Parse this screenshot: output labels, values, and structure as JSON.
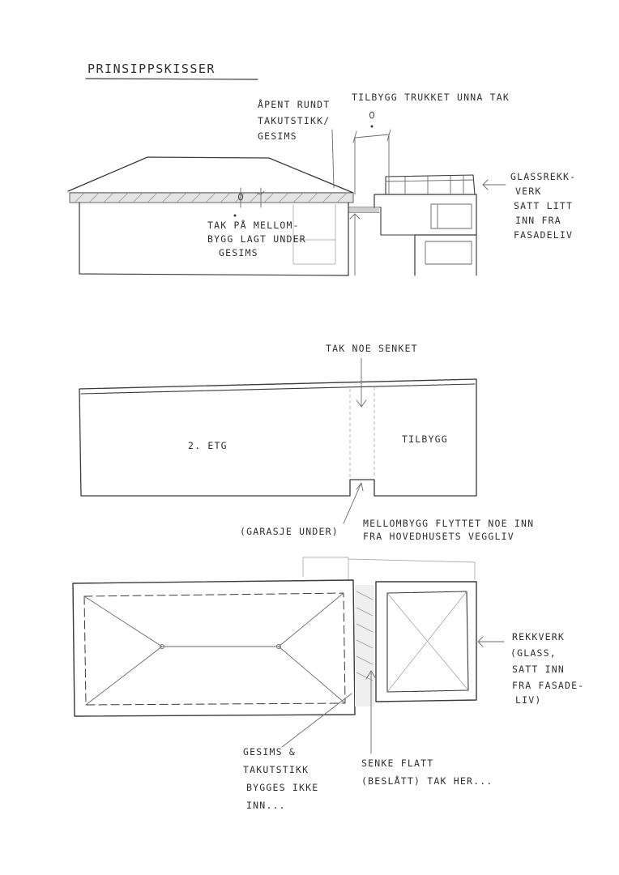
{
  "title": "PRINSIPPSKISSER",
  "sketch1": {
    "label_open_soffit": [
      "ÅPENT RUNDT",
      "TAKUTSTIKK/",
      "GESIMS"
    ],
    "label_extension_setback": "TILBYGG TRUKKET UNNA TAK",
    "label_glass_railing": [
      "GLASSREKK-",
      "VERK",
      "SATT LITT",
      "INN FRA",
      "FASADELIV"
    ],
    "label_link_roof": [
      "TAK PÅ MELLOM-",
      "BYGG LAGT UNDER",
      "GESIMS"
    ]
  },
  "sketch2": {
    "label_roof_lowered": "TAK NOE SENKET",
    "label_second_floor": "2. ETG",
    "label_extension": "TILBYGG",
    "label_garage": "(GARASJE UNDER)",
    "label_link_moved": [
      "MELLOMBYGG FLYTTET NOE INN",
      "FRA HOVEDHUSETS VEGGLIV"
    ]
  },
  "sketch3": {
    "label_railing": [
      "REKKVERK",
      "(GLASS,",
      "SATT INN",
      "FRA FASADE-",
      "LIV)"
    ],
    "label_eaves": [
      "GESIMS &",
      "TAKUTSTIKK",
      "BYGGES IKKE",
      "INN..."
    ],
    "label_flat_roof": [
      "SENKE FLATT",
      "(BESLÅTT) TAK HER..."
    ]
  }
}
